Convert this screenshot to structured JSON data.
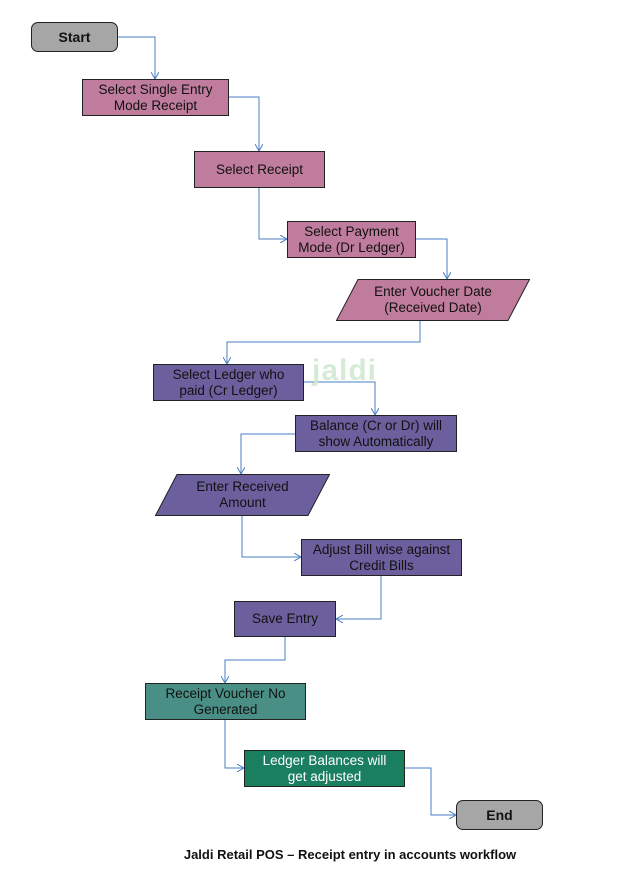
{
  "diagram": {
    "caption": "Jaldi Retail POS – Receipt entry in accounts workflow",
    "watermark": "jaldi",
    "colors": {
      "terminal": "#a6a6a6",
      "pink": "#c07c9c",
      "purple": "#6c5f9d",
      "teal": "#4a8f86",
      "green": "#1a7f5f",
      "connector": "#4a7fc6"
    },
    "nodes": [
      {
        "id": "start",
        "label": "Start",
        "shape": "terminal",
        "color": "terminal"
      },
      {
        "id": "select-single-entry-mode-receipt",
        "label": "Select Single Entry\nMode Receipt",
        "shape": "process",
        "color": "pink"
      },
      {
        "id": "select-receipt",
        "label": "Select Receipt",
        "shape": "process",
        "color": "pink"
      },
      {
        "id": "select-payment-mode",
        "label": "Select Payment\nMode (Dr Ledger)",
        "shape": "process",
        "color": "pink"
      },
      {
        "id": "enter-voucher-date",
        "label": "Enter Voucher Date\n(Received Date)",
        "shape": "data",
        "color": "pink"
      },
      {
        "id": "select-ledger-who-paid",
        "label": "Select Ledger who\npaid (Cr Ledger)",
        "shape": "process",
        "color": "purple"
      },
      {
        "id": "balance-show-automatically",
        "label": "Balance (Cr or Dr) will\nshow Automatically",
        "shape": "process",
        "color": "purple"
      },
      {
        "id": "enter-received-amount",
        "label": "Enter Received\nAmount",
        "shape": "data",
        "color": "purple"
      },
      {
        "id": "adjust-bill-wise",
        "label": "Adjust Bill wise against\nCredit Bills",
        "shape": "process",
        "color": "purple"
      },
      {
        "id": "save-entry",
        "label": "Save Entry",
        "shape": "process",
        "color": "purple"
      },
      {
        "id": "receipt-voucher-generated",
        "label": "Receipt Voucher No\nGenerated",
        "shape": "process",
        "color": "teal"
      },
      {
        "id": "ledger-balances-adjusted",
        "label": "Ledger Balances will\nget adjusted",
        "shape": "process",
        "color": "green"
      },
      {
        "id": "end",
        "label": "End",
        "shape": "terminal",
        "color": "terminal"
      }
    ],
    "edges": [
      [
        "start",
        "select-single-entry-mode-receipt"
      ],
      [
        "select-single-entry-mode-receipt",
        "select-receipt"
      ],
      [
        "select-receipt",
        "select-payment-mode"
      ],
      [
        "select-payment-mode",
        "enter-voucher-date"
      ],
      [
        "enter-voucher-date",
        "select-ledger-who-paid"
      ],
      [
        "select-ledger-who-paid",
        "balance-show-automatically"
      ],
      [
        "balance-show-automatically",
        "enter-received-amount"
      ],
      [
        "enter-received-amount",
        "adjust-bill-wise"
      ],
      [
        "adjust-bill-wise",
        "save-entry"
      ],
      [
        "save-entry",
        "receipt-voucher-generated"
      ],
      [
        "receipt-voucher-generated",
        "ledger-balances-adjusted"
      ],
      [
        "ledger-balances-adjusted",
        "end"
      ]
    ]
  }
}
